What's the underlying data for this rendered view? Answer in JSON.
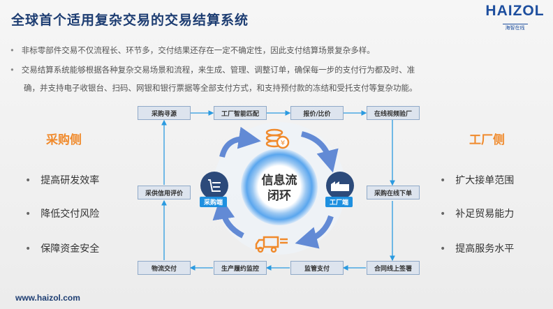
{
  "header": {
    "title": "全球首个适用复杂交易的交易结算系统",
    "logo_main": "HAIZOL",
    "logo_sub": "海智在线"
  },
  "bullets": [
    "非标零部件交易不仅流程长、环节多，交付结果还存在一定不确定性，因此支付结算场景复杂多样。",
    "交易结算系统能够根据各种复杂交易场景和流程，来生成、管理、调整订单，确保每一步的支付行为都及时、准",
    "确，并支持电子收银台、扫码、网银和银行票据等全部支付方式，和支持预付款的冻结和受托支付等复杂功能。"
  ],
  "flow": {
    "top": [
      "采购寻源",
      "工厂智能匹配",
      "报价/比价",
      "在线视频验厂"
    ],
    "middle_left": "采供信用评价",
    "middle_right": "采购在线下单",
    "bottom": [
      "物流交付",
      "生产履约监控",
      "监管支付",
      "合同线上签署"
    ]
  },
  "center": {
    "line1": "信息流",
    "line2": "闭环",
    "buyer_badge": "采购端",
    "factory_badge": "工厂端"
  },
  "left": {
    "title": "采购侧",
    "items": [
      "提高研发效率",
      "降低交付风险",
      "保障资金安全"
    ]
  },
  "right": {
    "title": "工厂侧",
    "items": [
      "扩大接单范围",
      "补足贸易能力",
      "提高服务水平"
    ]
  },
  "footer": {
    "url": "www.haizol.com"
  },
  "colors": {
    "title": "#1d3d72",
    "accent": "#f08a2c",
    "badge": "#1e90e0"
  }
}
